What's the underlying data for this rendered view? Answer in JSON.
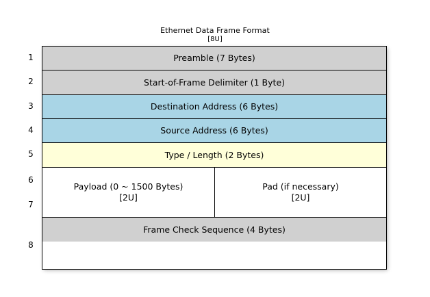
{
  "title": {
    "main": "Ethernet Data Frame Format",
    "sub": "[8U]"
  },
  "row_numbers": [
    "1",
    "2",
    "3",
    "4",
    "5",
    "6",
    "7",
    "8"
  ],
  "colors": {
    "gray": "#d0d0d0",
    "blue": "#a9d5e6",
    "yellow": "#ffffd9",
    "white": "#ffffff",
    "border": "#000000",
    "background": "#ffffff"
  },
  "frame_rows": [
    {
      "number": "1",
      "label": "Preamble (7 Bytes)",
      "color": "gray"
    },
    {
      "number": "2",
      "label": "Start-of-Frame Delimiter (1 Byte)",
      "color": "gray"
    },
    {
      "number": "3",
      "label": "Destination Address (6 Bytes)",
      "color": "blue"
    },
    {
      "number": "4",
      "label": "Source Address (6 Bytes)",
      "color": "blue"
    },
    {
      "number": "5",
      "label": "Type / Length (2 Bytes)",
      "color": "yellow"
    },
    {
      "number": "6-7",
      "color": "white",
      "split": true,
      "cells": [
        {
          "label": "Payload (0 ~ 1500 Bytes)",
          "sub": "[2U]"
        },
        {
          "label": "Pad (if necessary)",
          "sub": "[2U]"
        }
      ]
    },
    {
      "number": "8",
      "label": "Frame Check Sequence (4 Bytes)",
      "color": "gray"
    }
  ]
}
